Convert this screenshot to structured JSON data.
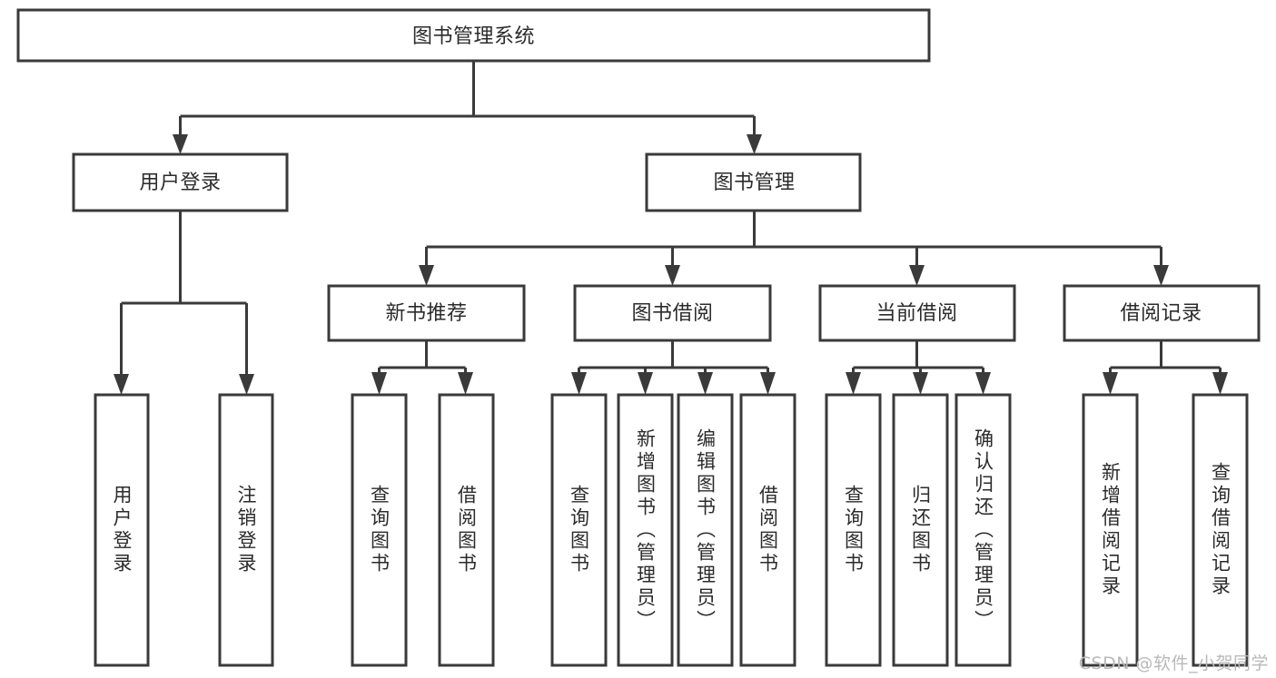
{
  "diagram": {
    "type": "hierarchy-tree",
    "title": "图书管理系统",
    "background_color": "#ffffff",
    "box_stroke_color": "#3a3a3a",
    "text_color": "#2b2b2b",
    "root": {
      "label": "图书管理系统",
      "level": 0
    },
    "level1": [
      {
        "label": "用户登录"
      },
      {
        "label": "图书管理"
      }
    ],
    "level2": [
      {
        "label": "新书推荐"
      },
      {
        "label": "图书借阅"
      },
      {
        "label": "当前借阅"
      },
      {
        "label": "借阅记录"
      }
    ],
    "leaves": {
      "user_login": [
        {
          "label": "用户登录"
        },
        {
          "label": "注销登录"
        }
      ],
      "new_book_recommend": [
        {
          "label": "查询图书"
        },
        {
          "label": "借阅图书"
        }
      ],
      "book_borrow": [
        {
          "label": "查询图书"
        },
        {
          "label": "新增图书（管理员）"
        },
        {
          "label": "编辑图书（管理员）"
        },
        {
          "label": "借阅图书"
        }
      ],
      "current_borrow": [
        {
          "label": "查询图书"
        },
        {
          "label": "归还图书"
        },
        {
          "label": "确认归还（管理员）"
        }
      ],
      "borrow_record": [
        {
          "label": "新增借阅记录"
        },
        {
          "label": "查询借阅记录"
        }
      ]
    },
    "watermark": "CSDN @软件_小贺同学"
  }
}
